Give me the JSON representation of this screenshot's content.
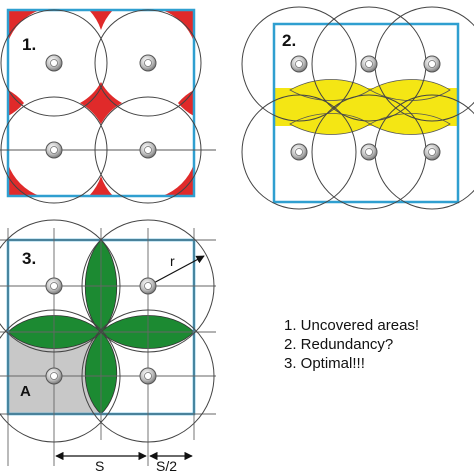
{
  "panels": [
    {
      "label": "1.",
      "caption": "Uncovered areas!"
    },
    {
      "label": "2.",
      "caption": "Redundancy?"
    },
    {
      "label": "3.",
      "caption": "Optimal!!!"
    }
  ],
  "legend": [
    "1. Uncovered areas!",
    "2. Redundancy?",
    "3. Optimal!!!"
  ],
  "annotations": {
    "radius": "r",
    "area": "A",
    "spacing": "S",
    "half_spacing": "S/2"
  },
  "colors": {
    "frame": "#2f9fd0",
    "uncovered": "#e02a2a",
    "redundancy": "#f4e614",
    "optimal": "#1c8a32",
    "cell": "#c8c8c8",
    "line": "#555555"
  }
}
